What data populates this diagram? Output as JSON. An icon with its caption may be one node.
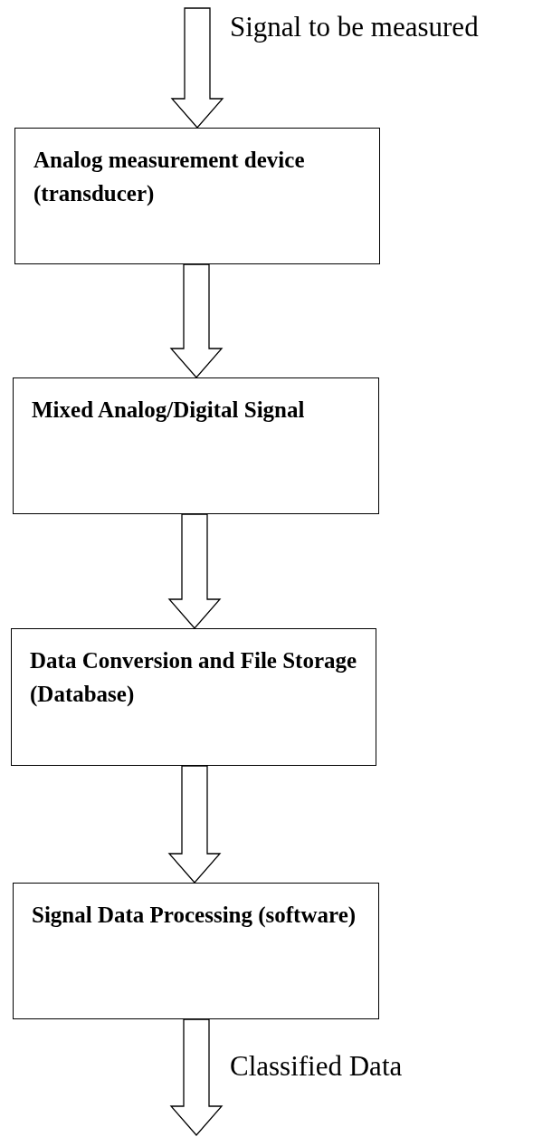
{
  "diagram": {
    "nodes": [
      {
        "text": [
          "Analog measurement device (transducer)"
        ]
      },
      {
        "text": [
          "Mixed Analog/Digital Signal"
        ]
      },
      {
        "text": [
          "Data Conversion and File Storage (Database)"
        ]
      },
      {
        "text": [
          "Signal Data Processing (software)"
        ]
      }
    ],
    "edges": [
      {
        "from": null,
        "to": 0,
        "arrow": "to",
        "label": "Signal to be measured"
      },
      {
        "from": 0,
        "to": 1,
        "arrow": "to"
      },
      {
        "from": 1,
        "to": 2,
        "arrow": "to"
      },
      {
        "from": 2,
        "to": 3,
        "arrow": "to"
      },
      {
        "from": 3,
        "to": null,
        "arrow": "to",
        "label": "Classified Data"
      }
    ]
  }
}
